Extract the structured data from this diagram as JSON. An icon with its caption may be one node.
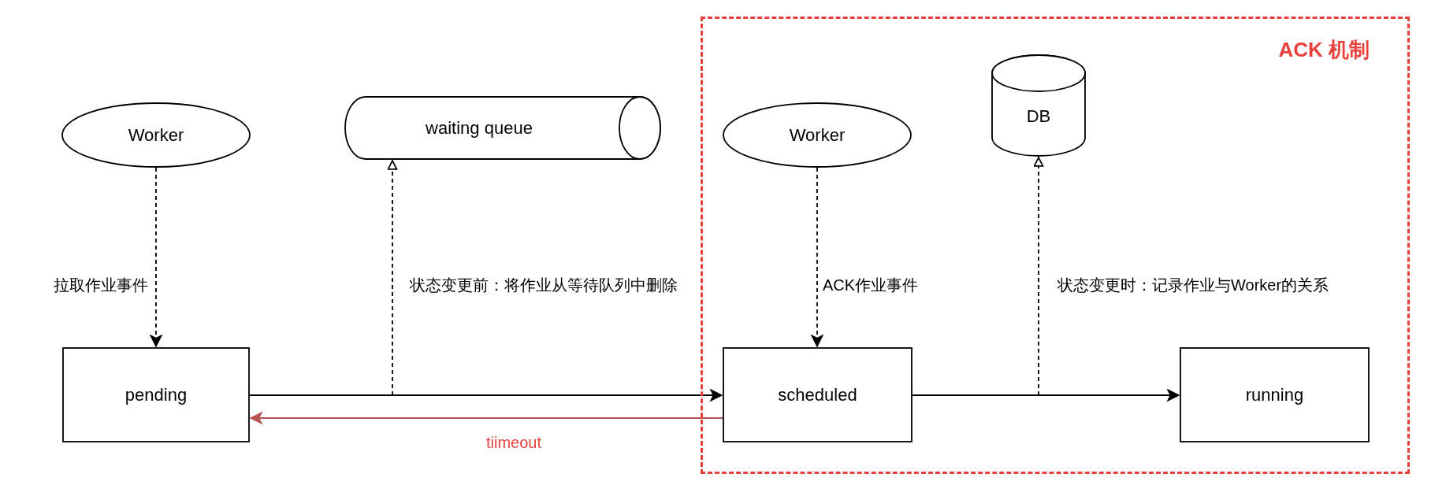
{
  "diagram": {
    "nodes": [
      {
        "text": [
          "ACK 机制"
        ]
      },
      {
        "text": [
          "Worker"
        ]
      },
      {
        "text": [
          "waiting queue"
        ]
      },
      {
        "text": [
          "Worker"
        ],
        "in": 0
      },
      {
        "text": [
          "DB"
        ],
        "in": 0
      },
      {
        "text": [
          "pending"
        ]
      },
      {
        "text": [
          "scheduled"
        ],
        "in": 0
      },
      {
        "text": [
          "running"
        ],
        "in": 0
      }
    ],
    "edges": [
      {
        "from": 1,
        "to": 5,
        "arrow": "to",
        "style": "dashed",
        "label": "拉取作业事件"
      },
      {
        "from": 5,
        "to": 6,
        "arrow": "to"
      },
      {
        "from": null,
        "to": 2,
        "arrow": "to",
        "style": "dashed",
        "label": "状态变更前：将作业从等待队列中删除"
      },
      {
        "from": 3,
        "to": 6,
        "arrow": "to",
        "style": "dashed",
        "label": "ACK作业事件"
      },
      {
        "from": 6,
        "to": 7,
        "arrow": "to"
      },
      {
        "from": null,
        "to": 4,
        "arrow": "to",
        "style": "dashed",
        "label": "状态变更时：记录作业与Worker的关系"
      },
      {
        "from": 6,
        "to": 5,
        "arrow": "to",
        "color": "#b85450",
        "label": "tiimeout"
      }
    ]
  }
}
